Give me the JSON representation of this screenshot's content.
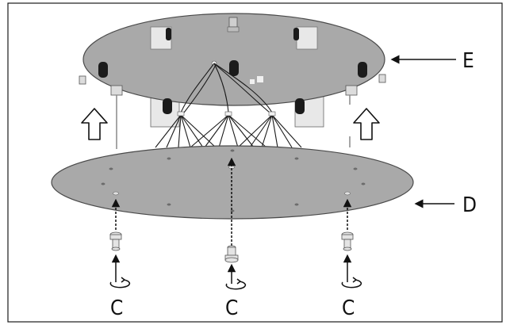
{
  "labels": {
    "upper_plate": "E",
    "lower_plate": "D",
    "fastener_left": "C",
    "fastener_center": "C",
    "fastener_right": "C"
  },
  "colors": {
    "frame": "#1a1a1a",
    "plate_fill": "#a9a9a9",
    "plate_stroke": "#4a4a4a",
    "component_dark": "#1b1b1b",
    "bracket_fill": "#e6e6e6",
    "wire": "#1a1a1a",
    "arrow": "#111111"
  },
  "icons": {
    "upload_arrow": "up-arrow-outline-icon",
    "rotate": "rotate-clockwise-icon"
  }
}
